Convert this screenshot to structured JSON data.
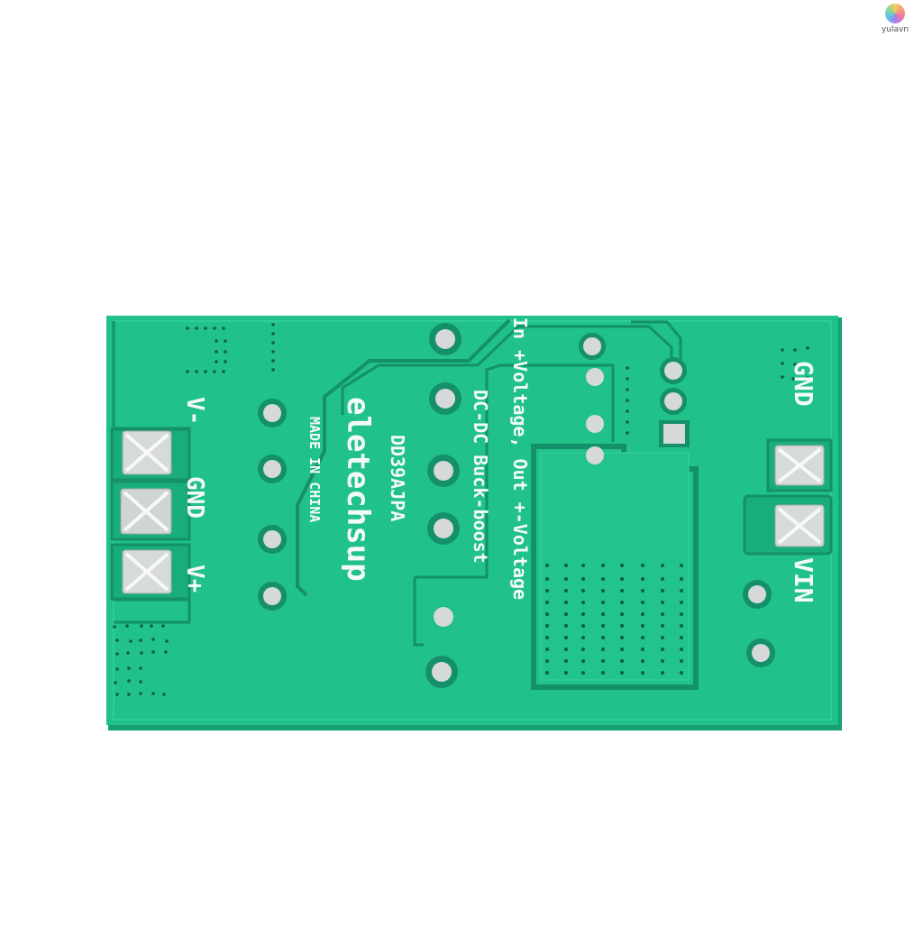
{
  "watermark": {
    "brand": "yulavn",
    "icon": "chameleon-logo-icon"
  },
  "board": {
    "color": "#1fbf87",
    "trace_color": "#14906a",
    "pad_color": "#d9dcdc",
    "silkscreen_color": "#f4fbf7",
    "labels": {
      "brand": "eletechsup",
      "model": "DD39AJPA",
      "origin": "MADE IN CHINA",
      "function": "DC-DC Buck-boost",
      "description": "In +Voltage, Out +-Voltage"
    },
    "output_terminals": [
      "V-",
      "GND",
      "V+"
    ],
    "input_terminals": [
      "GND",
      "VIN"
    ]
  }
}
